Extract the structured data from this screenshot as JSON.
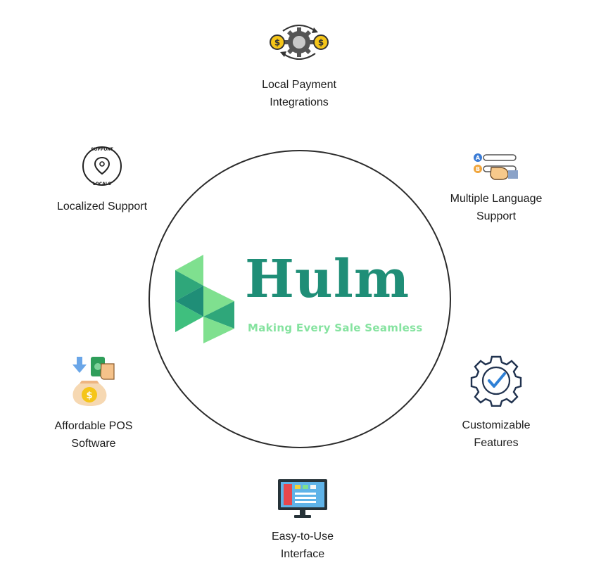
{
  "brand": {
    "name": "Hulm",
    "tagline": "Making Every Sale Seamless",
    "colors": {
      "primary": "#1f8e77",
      "light_green": "#86e3a0",
      "mid_green": "#3fbf7e"
    }
  },
  "features": {
    "payment": {
      "line1": "Local Payment",
      "line2": "Integrations",
      "icon": "coin-gear-icon"
    },
    "support": {
      "line1": "Localized Support",
      "icon": "support-local-badge-icon",
      "badge_top": "SUPPORT",
      "badge_bottom": "LOCALS"
    },
    "language": {
      "line1": "Multiple Language",
      "line2": "Support",
      "icon": "language-select-icon"
    },
    "pos": {
      "line1": "Affordable POS",
      "line2": "Software",
      "icon": "money-bag-icon"
    },
    "custom": {
      "line1": "Customizable",
      "line2": "Features",
      "icon": "gear-check-icon"
    },
    "interface": {
      "line1": "Easy-to-Use",
      "line2": "Interface",
      "icon": "monitor-icon"
    }
  }
}
